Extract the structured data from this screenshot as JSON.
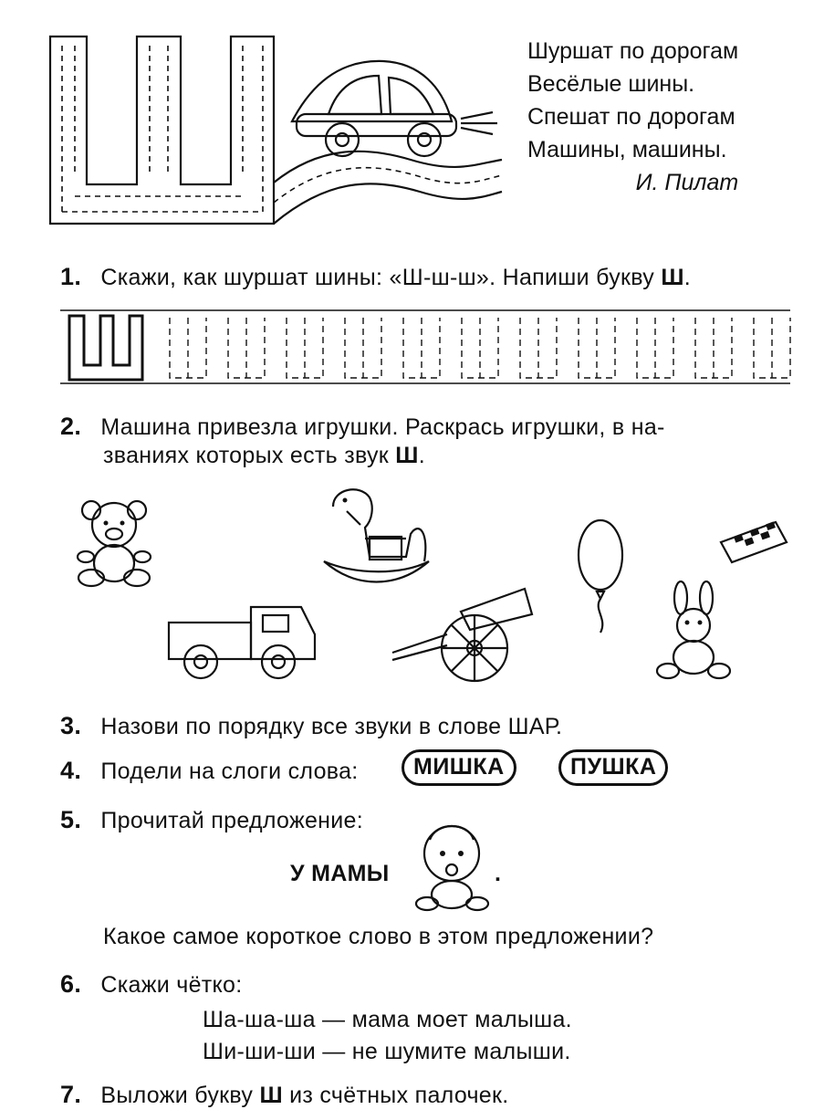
{
  "poem": {
    "lines": [
      "Шуршат по дорогам",
      "Весёлые шины.",
      "Спешат по дорогам",
      "Машины, машины."
    ],
    "author": "И. Пилат"
  },
  "letter": "Ш",
  "tasks": [
    {
      "number": "1.",
      "text_a": "Скажи, как шуршат шины: «Ш-ш-ш». Напиши букву ",
      "text_bold": "Ш",
      "text_b": "."
    },
    {
      "number": "2.",
      "line1": "Машина привезла игрушки. Раскрась игрушки, в на-",
      "line2_a": "званиях которых есть звук ",
      "line2_bold": "Ш",
      "line2_b": "."
    },
    {
      "number": "3.",
      "text": "Назови по порядку все звуки в слове ШАР."
    },
    {
      "number": "4.",
      "text": "Подели на слоги слова:",
      "words": [
        "МИШКА",
        "ПУШКА"
      ]
    },
    {
      "number": "5.",
      "text": "Прочитай предложение:",
      "sentence": "У МАМЫ",
      "sentence_end": ".",
      "question": "Какое самое короткое слово в этом предложении?"
    },
    {
      "number": "6.",
      "text": "Скажи чётко:",
      "lines": [
        "Ша-ша-ша — мама моет малыша.",
        "Ши-ши-ши — не шумите малыши."
      ]
    },
    {
      "number": "7.",
      "text_a": "Выложи букву ",
      "text_bold": "Ш",
      "text_b": " из счётных палочек."
    }
  ],
  "icons": [
    "car-icon",
    "road-icon",
    "teddy-bear-icon",
    "rocking-horse-icon",
    "truck-icon",
    "cannon-icon",
    "balloon-icon",
    "checkers-board-icon",
    "bunny-icon",
    "baby-icon"
  ]
}
